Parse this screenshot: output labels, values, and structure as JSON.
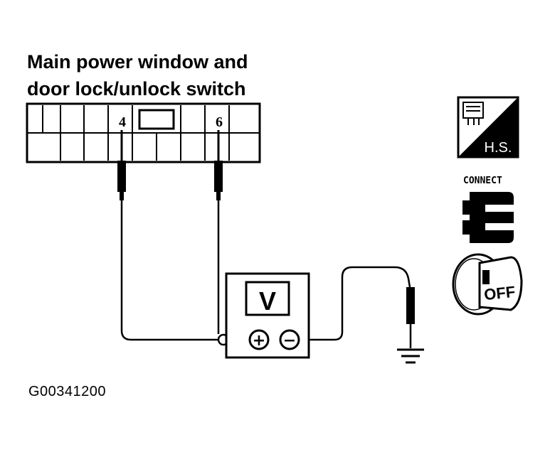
{
  "title": {
    "line1": "Main power window and",
    "line2": "door lock/unlock switch"
  },
  "connector": {
    "pin_a": "4",
    "pin_b": "6"
  },
  "meter": {
    "label": "V",
    "plus_symbol": "+",
    "minus_symbol": "−"
  },
  "icons": {
    "hs_label": "H.S.",
    "connect_label": "CONNECT",
    "off_label": "OFF"
  },
  "figure_id": "G00341200"
}
